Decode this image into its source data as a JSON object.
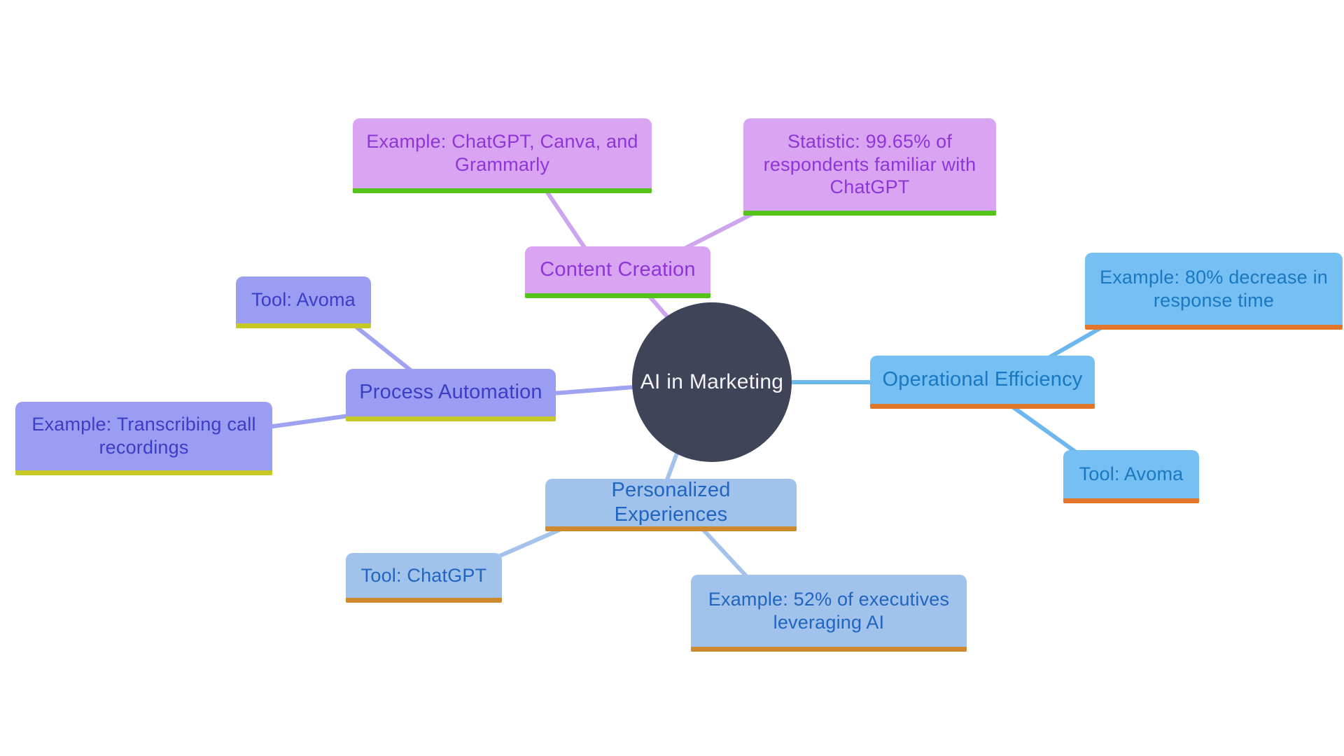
{
  "diagram_title": "AI in Marketing mind map",
  "center": {
    "label": "AI in Marketing",
    "fill": "#3f4458",
    "text_color": "#f4f4f6"
  },
  "branches": [
    {
      "id": "content-creation",
      "label": "Content Creation",
      "fill": "#d9a5f3",
      "text_color": "#8f35d8",
      "underline_color": "#55c31c",
      "line_color": "#cda4ef",
      "children": [
        {
          "label": "Example: ChatGPT, Canva, and Grammarly"
        },
        {
          "label": "Statistic: 99.65% of respondents familiar with ChatGPT"
        }
      ]
    },
    {
      "id": "process-automation",
      "label": "Process Automation",
      "fill": "#9b9df3",
      "text_color": "#3a3ec6",
      "underline_color": "#c6c825",
      "line_color": "#9fa2f0",
      "children": [
        {
          "label": "Tool: Avoma"
        },
        {
          "label": "Example: Transcribing call recordings"
        }
      ]
    },
    {
      "id": "operational-efficiency",
      "label": "Operational Efficiency",
      "fill": "#75bff2",
      "text_color": "#1a78c2",
      "underline_color": "#e2762b",
      "line_color": "#6db7ef",
      "children": [
        {
          "label": "Example: 80% decrease in response time"
        },
        {
          "label": "Tool: Avoma"
        }
      ]
    },
    {
      "id": "personalized-experiences",
      "label": "Personalized Experiences",
      "fill": "#a0c2eb",
      "text_color": "#2065c0",
      "underline_color": "#ce8a2f",
      "line_color": "#a5c3ea",
      "children": [
        {
          "label": "Tool: ChatGPT"
        },
        {
          "label": "Example: 52% of executives leveraging AI"
        }
      ]
    }
  ]
}
